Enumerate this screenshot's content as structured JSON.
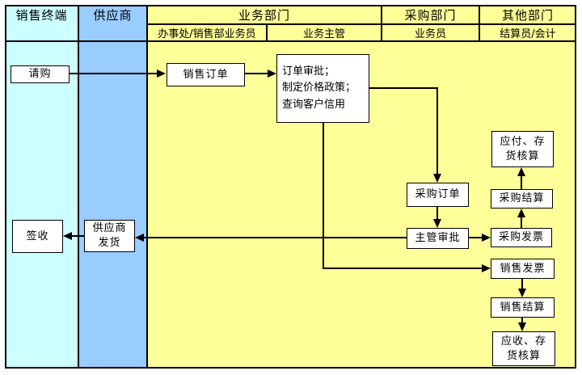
{
  "lanes": {
    "row1": [
      "销售终端",
      "供应商",
      "业务部门",
      "采购部门",
      "其他部门"
    ],
    "row2": [
      "办事处/销售部业务员",
      "业务主管",
      "业务员",
      "结算员/会计"
    ]
  },
  "nodes": {
    "qinggou": "请购",
    "xiaoshou_dingdan": "销售订单",
    "dingdan_shenpi": {
      "lines": [
        "订单审批；",
        "制定价格政策；",
        "查询客户信用"
      ]
    },
    "caigou_dingdan": "采购订单",
    "zhuguan_shenpi": "主管审批",
    "caigou_fapiao": "采购发票",
    "caigou_jiesuan": "采购结算",
    "yingfu_hesuan": {
      "lines": [
        "应付、存",
        "货核算"
      ]
    },
    "xiaoshou_fapiao": "销售发票",
    "xiaoshou_jiesuan": "销售结算",
    "yingshou_hesuan": {
      "lines": [
        "应收、存",
        "货核算"
      ]
    },
    "qianshou": "签收",
    "gongyingshang_fahuo": {
      "lines": [
        "供应商",
        "发货"
      ]
    }
  },
  "edges": [
    {
      "from": "请购",
      "to": "销售订单"
    },
    {
      "from": "销售订单",
      "to": "订单审批；制定价格政策；查询客户信用"
    },
    {
      "from": "订单审批；制定价格政策；查询客户信用",
      "to": "采购订单"
    },
    {
      "from": "订单审批；制定价格政策；查询客户信用",
      "to": "销售发票"
    },
    {
      "from": "采购订单",
      "to": "主管审批"
    },
    {
      "from": "主管审批",
      "to": "采购发票"
    },
    {
      "from": "主管审批",
      "to": "供应商发货"
    },
    {
      "from": "采购发票",
      "to": "采购结算"
    },
    {
      "from": "采购结算",
      "to": "应付、存货核算"
    },
    {
      "from": "供应商发货",
      "to": "签收"
    },
    {
      "from": "销售发票",
      "to": "销售结算"
    },
    {
      "from": "销售结算",
      "to": "应收、存货核算"
    }
  ],
  "colors": {
    "lane_terminal": "#ccffff",
    "lane_supplier": "#99ccff",
    "lane_main": "#ffff99",
    "box_bg": "#ffffff",
    "line": "#000000"
  }
}
